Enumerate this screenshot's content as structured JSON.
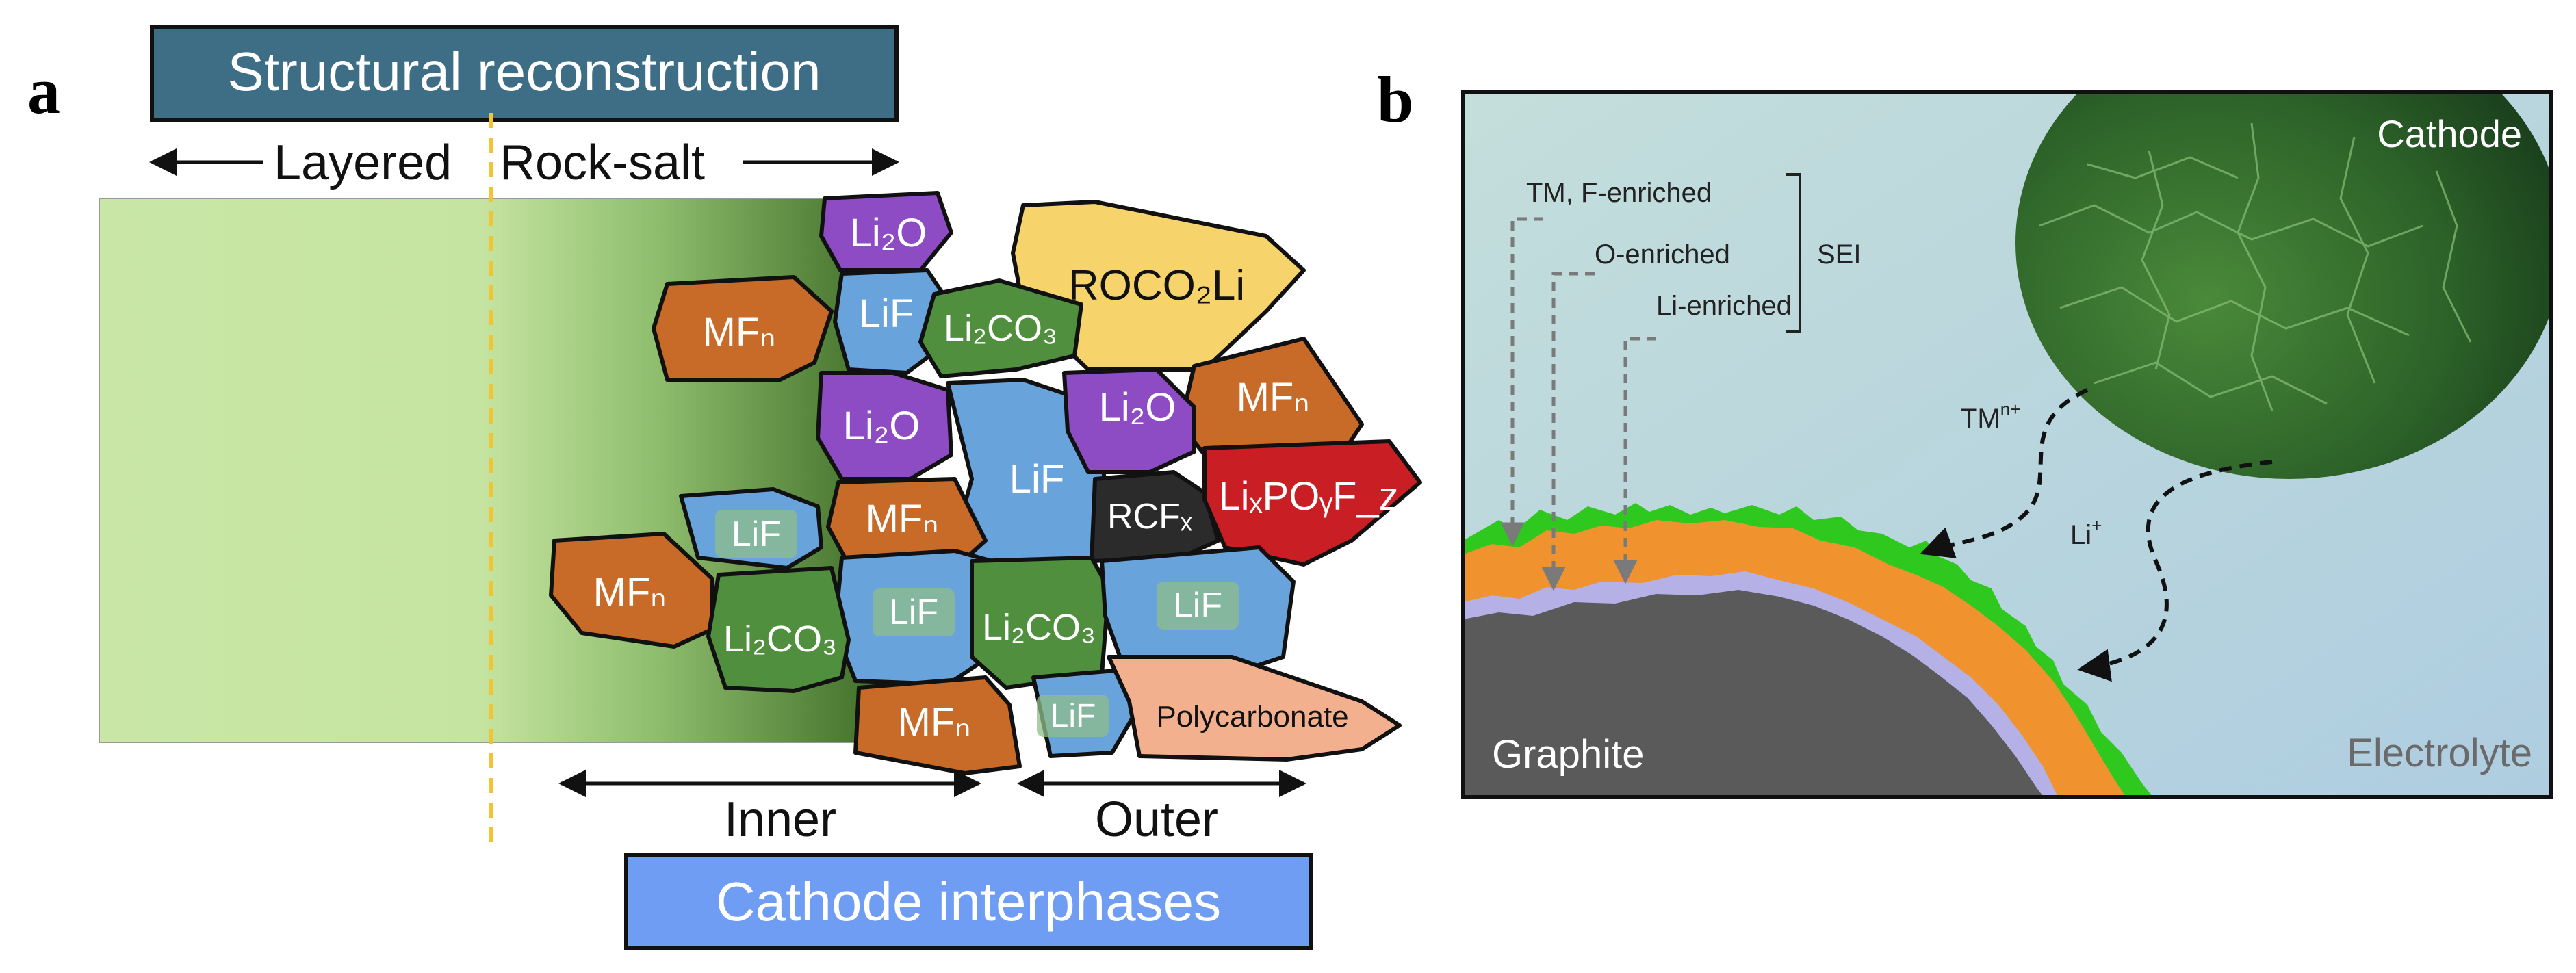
{
  "panel_a": {
    "letter": "a",
    "title": "Structural reconstruction",
    "label_layered": "Layered",
    "label_rocksalt": "Rock-salt",
    "label_inner": "Inner",
    "label_outer": "Outer",
    "bottom_title": "Cathode interphases",
    "colors": {
      "bulk": "#c9e6a6",
      "gradient_dark": "#3c6a25",
      "title_box": "#3d6e86",
      "bottom_box": "#6f9df3",
      "dashed_line": "#f2c333",
      "li2o": "#8d4bc4",
      "lif": "#69a3dc",
      "li2co3": "#4f8f3e",
      "mfn": "#c86a28",
      "rocoli": "#f7d46b",
      "rcfx": "#2b2b2b",
      "lixpo": "#c81e24",
      "polycarbonate": "#f2b08f"
    },
    "particles": {
      "li2o_1": "Li₂O",
      "li2o_2": "Li₂O",
      "li2o_3": "Li₂O",
      "mfn_1": "MFₙ",
      "mfn_2": "MFₙ",
      "mfn_3": "MFₙ",
      "mfn_4": "MFₙ",
      "mfn_5": "MFₙ",
      "lif_1": "LiF",
      "lif_2": "LiF",
      "lif_3": "LiF",
      "lif_4": "LiF",
      "lif_5": "LiF",
      "lif_6": "LiF",
      "li2co3_1": "Li₂CO₃",
      "li2co3_2": "Li₂CO₃",
      "li2co3_3": "Li₂CO₃",
      "rocoli": "ROCO₂Li",
      "rcfx": "RCFₓ",
      "lixpo": "LiₓPOᵧF_z",
      "polycarbonate": "Polycarbonate"
    }
  },
  "panel_b": {
    "letter": "b",
    "cathode": "Cathode",
    "graphite": "Graphite",
    "electrolyte": "Electrolyte",
    "sei": "SEI",
    "tm_f": "TM, F-enriched",
    "o_enriched": "O-enriched",
    "li_enriched": "Li-enriched",
    "tm_ion": "TM",
    "tm_ion_sup": "n+",
    "li_ion": "Li",
    "li_ion_sup": "+",
    "colors": {
      "electrolyte_bg": "#bcd9dd",
      "graphite": "#5a5a5a",
      "layer_lavender": "#b5b0e6",
      "layer_orange": "#f0922e",
      "layer_green": "#2fc81f",
      "cathode_sphere": "#2f6a2c"
    }
  }
}
